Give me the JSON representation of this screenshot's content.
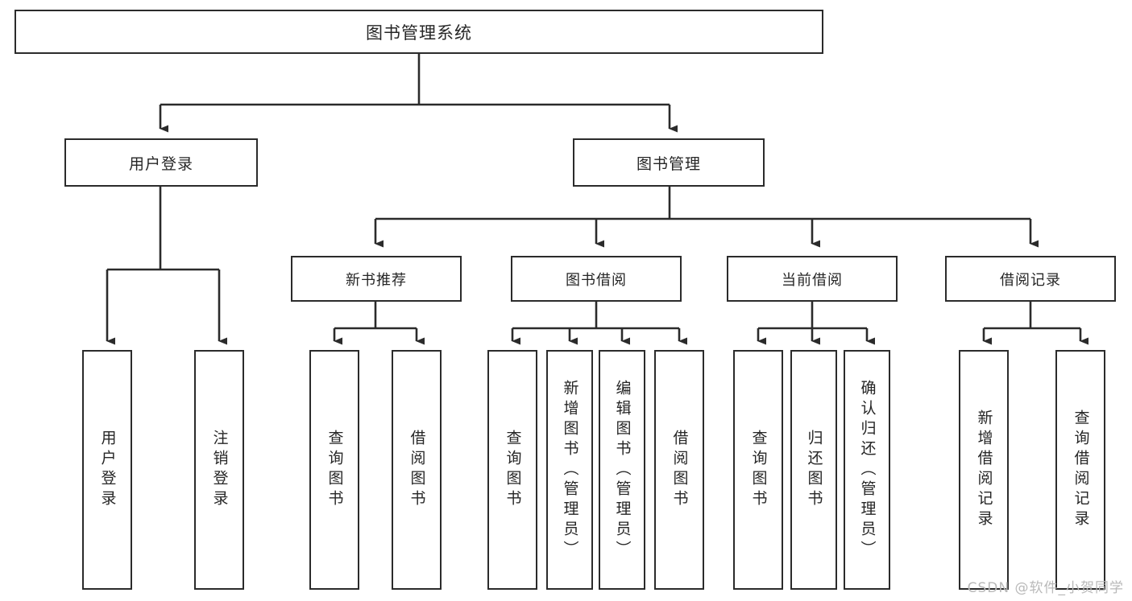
{
  "diagram": {
    "title": "图书管理系统",
    "type": "tree",
    "orientation": "top-down",
    "colors": {
      "box_border": "#2b2b2b",
      "box_fill": "#ffffff",
      "connector": "#2b2b2b",
      "text": "#262626",
      "watermark": "#b9b9b9",
      "background": "#ffffff"
    },
    "root": {
      "label": "图书管理系统"
    },
    "level2": [
      {
        "label": "用户登录"
      },
      {
        "label": "图书管理"
      }
    ],
    "level3": [
      {
        "label": "新书推荐"
      },
      {
        "label": "图书借阅"
      },
      {
        "label": "当前借阅"
      },
      {
        "label": "借阅记录"
      }
    ],
    "leaves": {
      "user_login": [
        {
          "label": "用户登录"
        },
        {
          "label": "注销登录"
        }
      ],
      "new_book_recommend": [
        {
          "label": "查询图书"
        },
        {
          "label": "借阅图书"
        }
      ],
      "book_borrow": [
        {
          "label": "查询图书"
        },
        {
          "label": "新增图书（管理员）"
        },
        {
          "label": "编辑图书（管理员）"
        },
        {
          "label": "借阅图书"
        }
      ],
      "current_borrow": [
        {
          "label": "查询图书"
        },
        {
          "label": "归还图书"
        },
        {
          "label": "确认归还（管理员）"
        }
      ],
      "borrow_record": [
        {
          "label": "新增借阅记录"
        },
        {
          "label": "查询借阅记录"
        }
      ]
    }
  },
  "watermark": {
    "text": "CSDN @软件_小贺同学"
  }
}
